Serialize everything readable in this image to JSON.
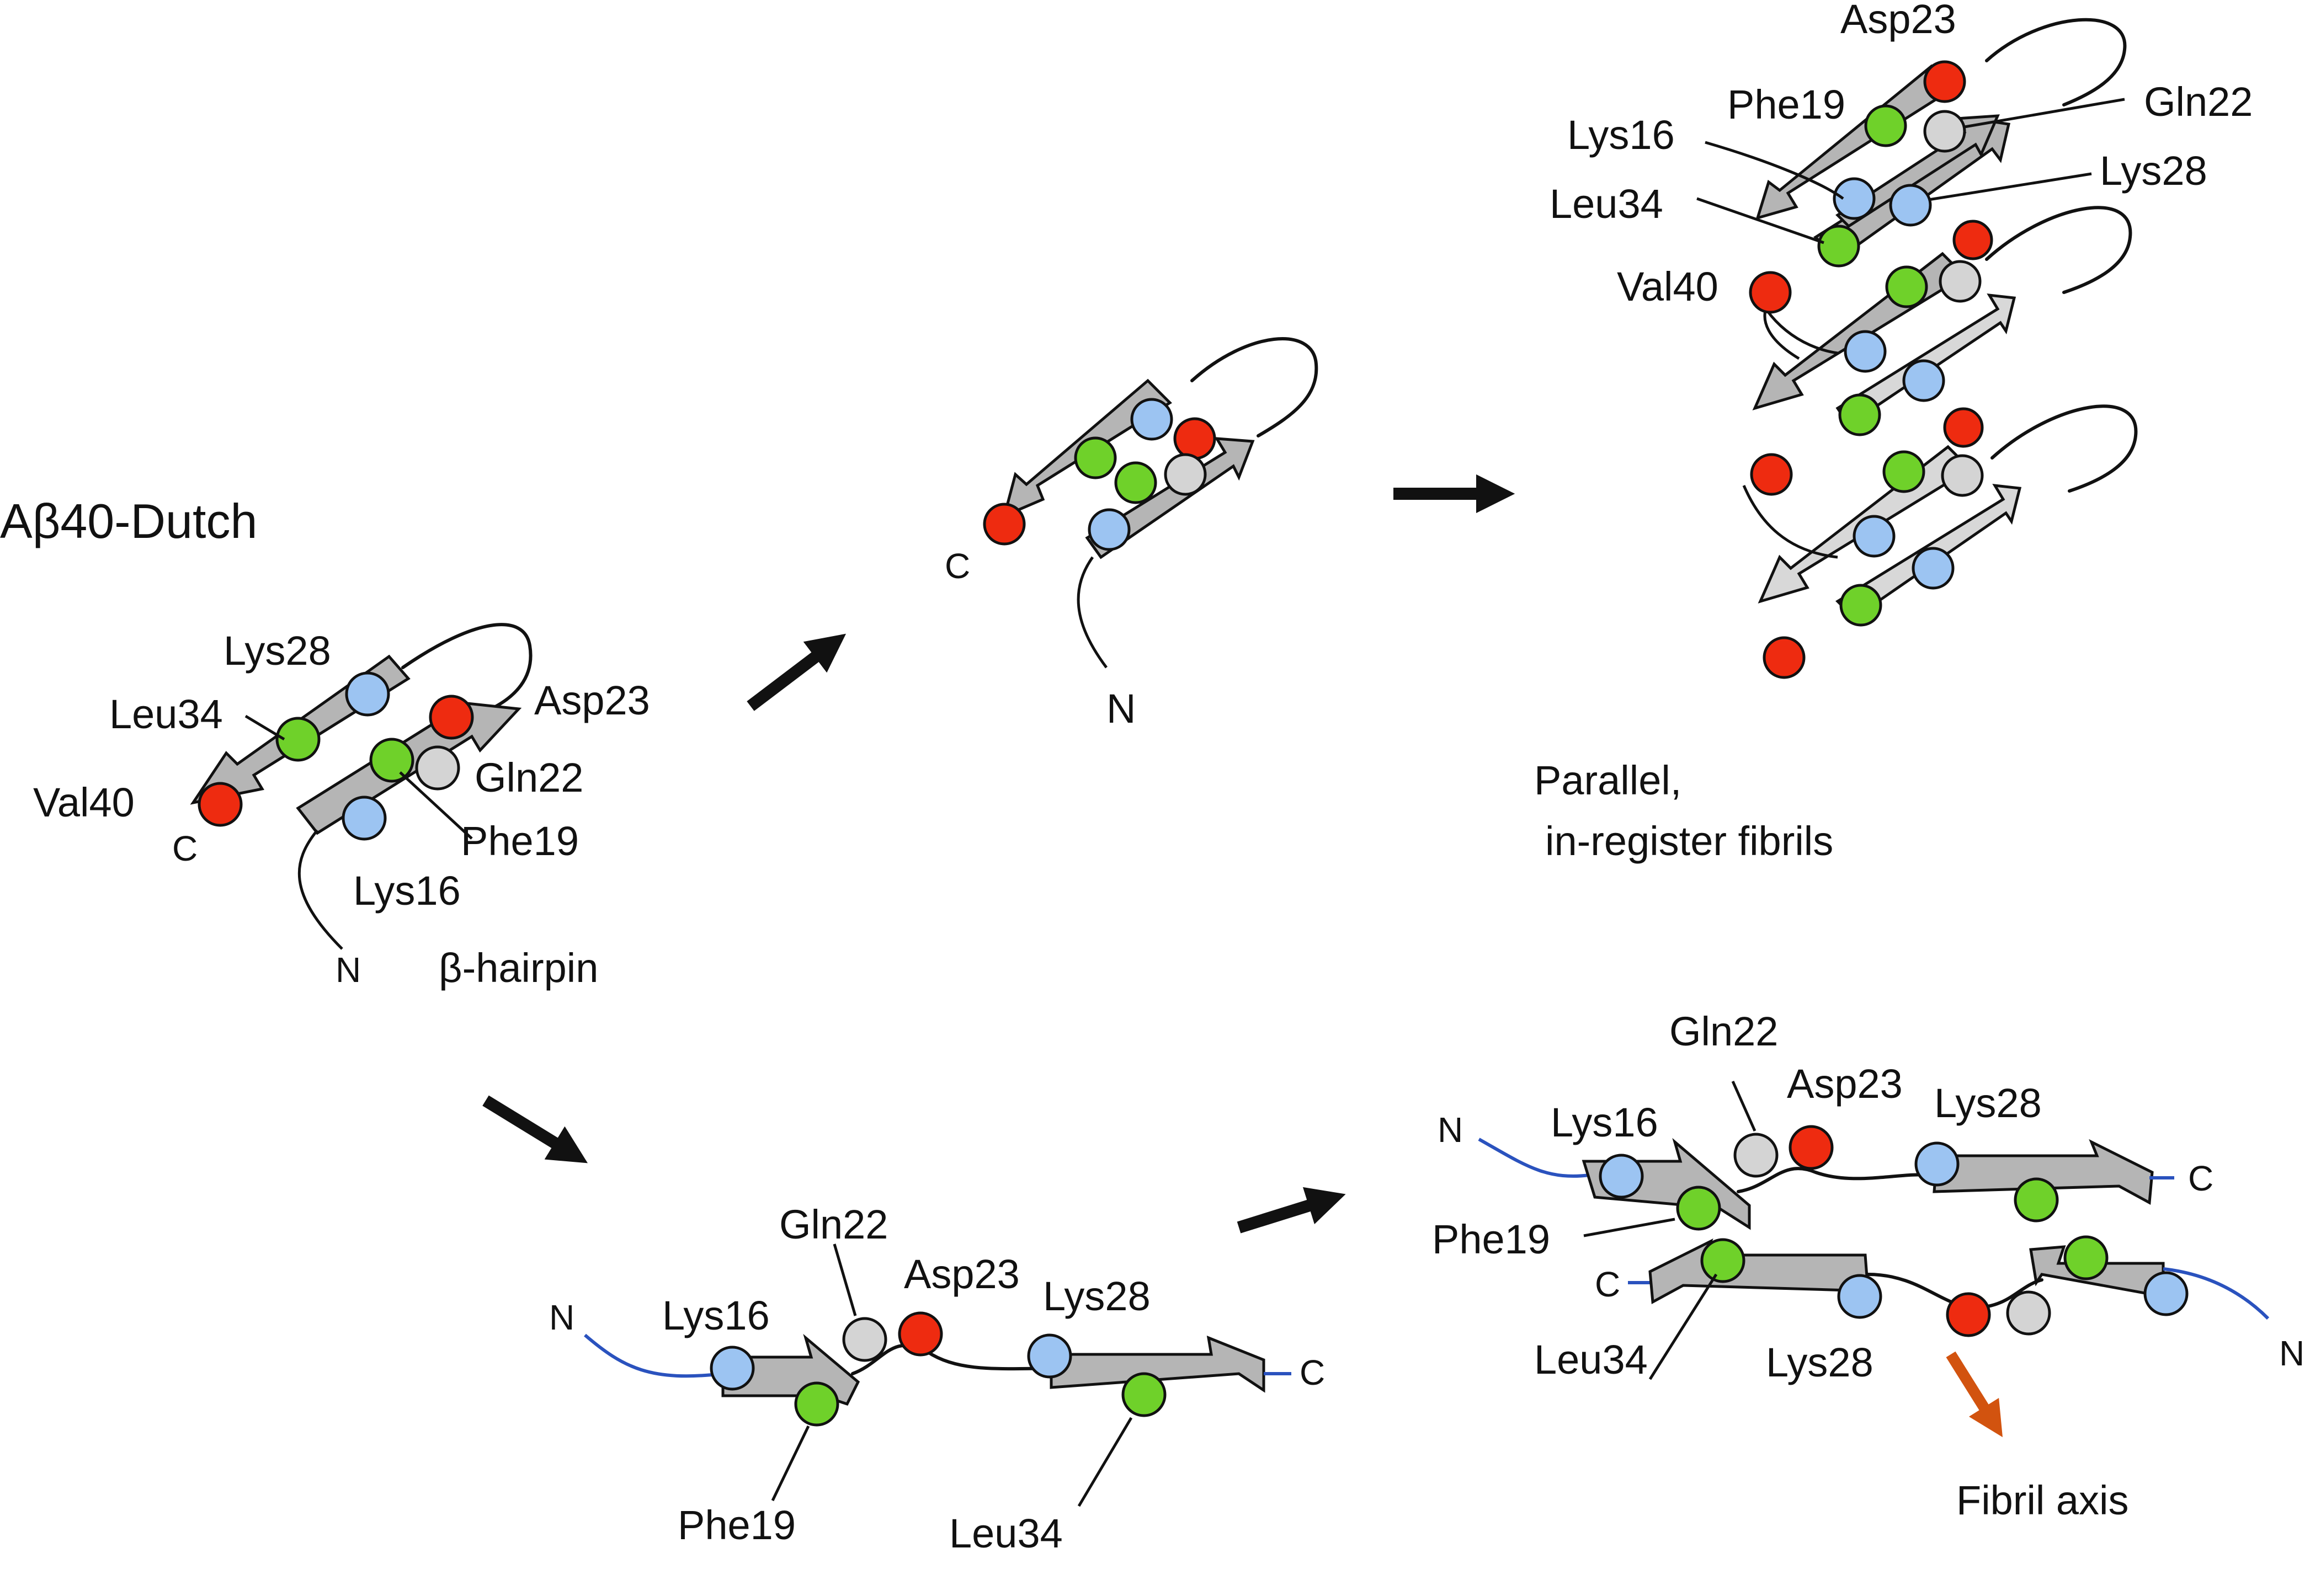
{
  "title": "Aβ40-Dutch",
  "hairpin": {
    "name": "β-hairpin",
    "labels": {
      "lys28": "Lys28",
      "leu34": "Leu34",
      "val40": "Val40",
      "asp23": "Asp23",
      "gln22": "Gln22",
      "phe19": "Phe19",
      "lys16": "Lys16",
      "c": "C",
      "n": "N"
    }
  },
  "mid_hairpin": {
    "c": "C",
    "n": "N"
  },
  "parallel": {
    "caption_line1": "Parallel,",
    "caption_line2": "in-register fibrils",
    "labels": {
      "asp23": "Asp23",
      "phe19": "Phe19",
      "gln22": "Gln22",
      "lys16": "Lys16",
      "lys28": "Lys28",
      "leu34": "Leu34",
      "val40": "Val40"
    }
  },
  "extended": {
    "labels": {
      "n": "N",
      "lys16": "Lys16",
      "gln22": "Gln22",
      "asp23": "Asp23",
      "lys28": "Lys28",
      "c": "C",
      "phe19": "Phe19",
      "leu34": "Leu34"
    }
  },
  "antiparallel": {
    "fibril_axis": "Fibril axis",
    "labels": {
      "gln22": "Gln22",
      "asp23": "Asp23",
      "lys16": "Lys16",
      "lys28": "Lys28",
      "n_top": "N",
      "c_top": "C",
      "phe19": "Phe19",
      "c_bottom": "C",
      "leu34": "Leu34",
      "lys28_bottom": "Lys28",
      "n_bottom": "N"
    }
  },
  "colors": {
    "lys": "#9cc4f2",
    "phe_leu": "#6fd12a",
    "asp_val": "#ee2b10",
    "gln": "#d4d4d4",
    "strand": "#b5b5b5",
    "arrow": "#111111",
    "axis_arrow": "#d2530f",
    "terminal_tail": "#2a52be"
  }
}
